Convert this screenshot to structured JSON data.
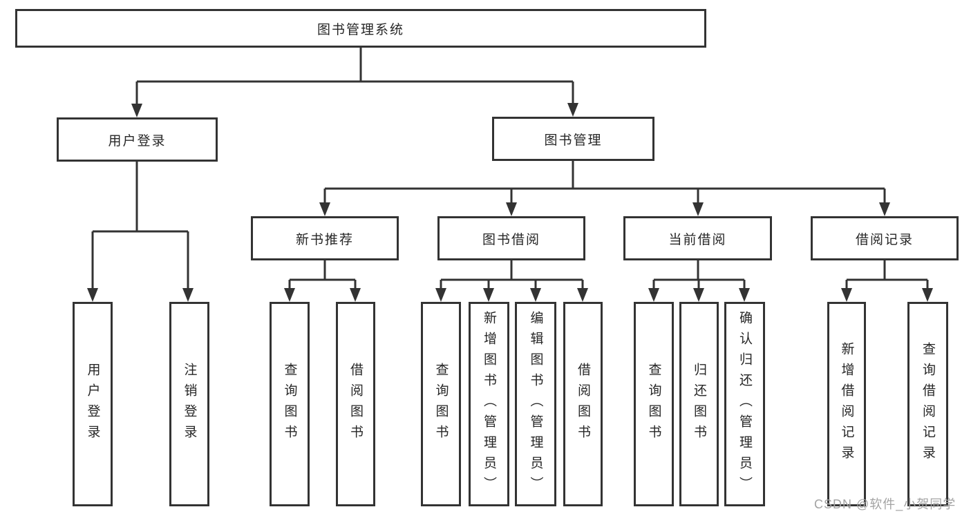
{
  "diagram_type": "hierarchy-tree",
  "tree": {
    "label": "图书管理系统",
    "children": [
      {
        "label": "用户登录",
        "children": [
          {
            "label": "用户登录"
          },
          {
            "label": "注销登录"
          }
        ]
      },
      {
        "label": "图书管理",
        "children": [
          {
            "label": "新书推荐",
            "children": [
              {
                "label": "查询图书"
              },
              {
                "label": "借阅图书"
              }
            ]
          },
          {
            "label": "图书借阅",
            "children": [
              {
                "label": "查询图书"
              },
              {
                "label": "新增图书（管理员）"
              },
              {
                "label": "编辑图书（管理员）"
              },
              {
                "label": "借阅图书"
              }
            ]
          },
          {
            "label": "当前借阅",
            "children": [
              {
                "label": "查询图书"
              },
              {
                "label": "归还图书"
              },
              {
                "label": "确认归还（管理员）"
              }
            ]
          },
          {
            "label": "借阅记录",
            "children": [
              {
                "label": "新增借阅记录"
              },
              {
                "label": "查询借阅记录"
              }
            ]
          }
        ]
      }
    ]
  },
  "watermark": "CSDN @软件_小贺同学",
  "colors": {
    "line": "#333333",
    "box_border": "#333333",
    "box_fill": "#ffffff",
    "text": "#262626",
    "watermark": "#a3a3a3",
    "background": "#ffffff"
  }
}
